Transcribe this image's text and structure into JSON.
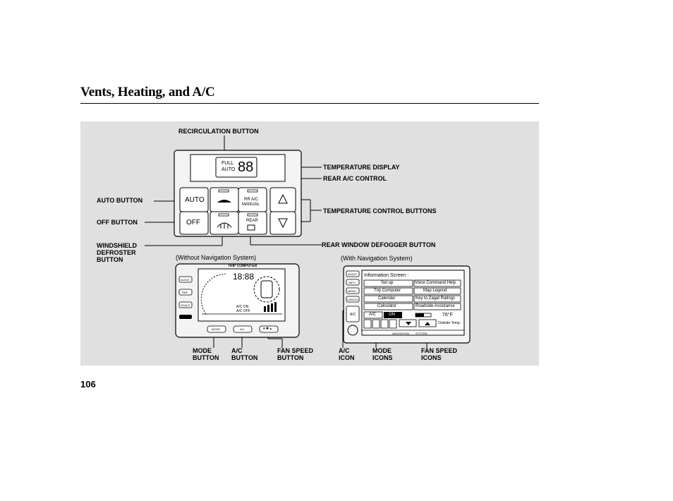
{
  "page": {
    "title": "Vents, Heating, and A/C",
    "page_number": "106"
  },
  "callouts": {
    "recirculation": "RECIRCULATION BUTTON",
    "temperature_display": "TEMPERATURE DISPLAY",
    "rear_ac_control": "REAR A/C CONTROL",
    "auto_button": "AUTO BUTTON",
    "temperature_control": "TEMPERATURE CONTROL BUTTONS",
    "off_button": "OFF BUTTON",
    "windshield_defroster": "WINDSHIELD\nDEFROSTER\nBUTTON",
    "rear_window_defogger": "REAR WINDOW DEFOGGER BUTTON",
    "mode_button": "MODE\nBUTTON",
    "ac_button": "A/C\nBUTTON",
    "fan_speed_button": "FAN SPEED\nBUTTON",
    "ac_icon": "A/C\nICON",
    "mode_icons": "MODE\nICONS",
    "fan_speed_icons": "FAN SPEED\nICONS"
  },
  "subtitles": {
    "without_nav": "(Without Navigation System)",
    "with_nav": "(With Navigation System)"
  },
  "control_panel": {
    "display_full": "FULL",
    "display_auto": "AUTO",
    "display_temp": "88",
    "auto_label": "AUTO",
    "off_label": "OFF",
    "rr_ac_line1": "RR A/C",
    "rr_ac_line2": "MANUAL",
    "rear_label": "REAR"
  },
  "trip_display": {
    "header": "TRIP COMPUTER",
    "clock": "18:88",
    "side_buttons": [
      "AUDIO",
      "TRIP",
      "SCALE"
    ],
    "ac_on": "A/C ON",
    "ac_off": "A/C OFF",
    "bottom_buttons": [
      "MODE",
      "A/C",
      "▾ ✱ ▴"
    ]
  },
  "nav_screen": {
    "header": "Information Screen :",
    "menu_left": [
      "Set up",
      "Trip Computer",
      "Calendar",
      "Calculator"
    ],
    "menu_right": [
      "Voice Command Help",
      "Map Legend",
      "Key to Zagat Ratings",
      "Roadside Assistance"
    ],
    "ac_label": "A/C",
    "on_label": "ON",
    "temperature": "76°F",
    "outside_temp": "Outside Temp.",
    "navigation_tab": "NAVIGATION",
    "system_tab": "SYSTEM",
    "side_buttons": [
      "AUDIO",
      "INFO",
      "MENU",
      "CANCEL",
      "A/C"
    ]
  },
  "colors": {
    "panel_bg": "#e0e0e0",
    "screen_bg": "#ffffff",
    "on_highlight": "#000000"
  }
}
